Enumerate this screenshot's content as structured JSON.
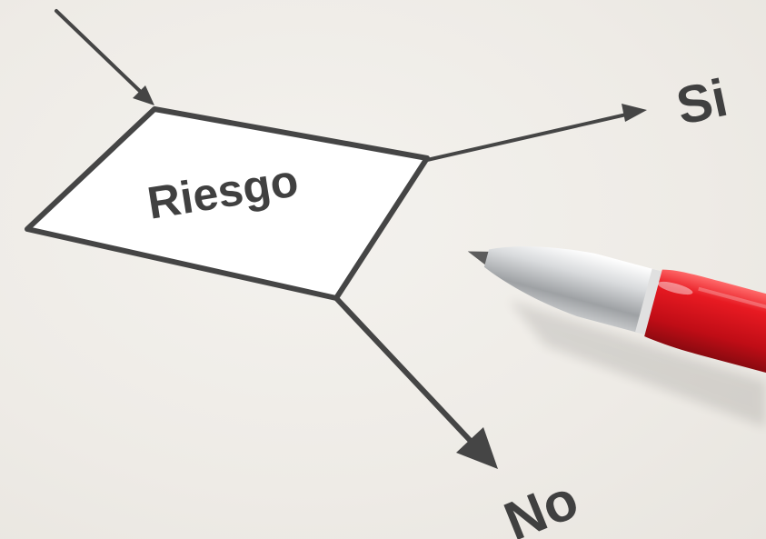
{
  "diagram": {
    "decision_label": "Riesgo",
    "yes_label": "Si",
    "no_label": "No"
  },
  "colors": {
    "background": "#efede8",
    "stroke": "#454545",
    "box_fill": "#ffffff",
    "text": "#404040",
    "pen_body": "#d8121c",
    "pen_tip": "#c8cacc"
  }
}
